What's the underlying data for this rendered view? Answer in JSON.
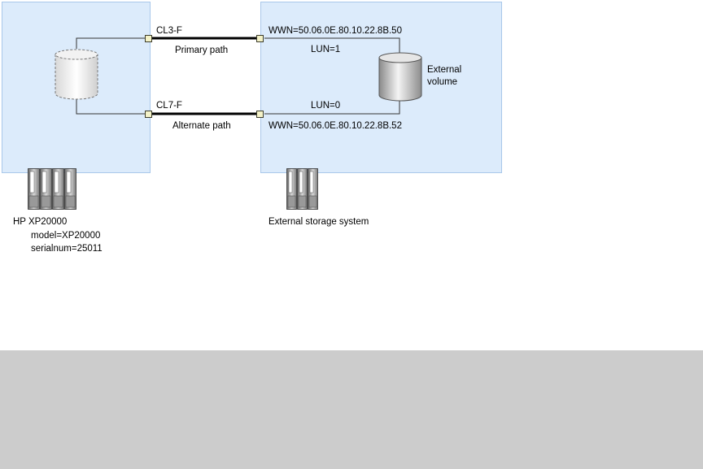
{
  "local_system": {
    "name": "HP XP20000",
    "model_line": "model=XP20000",
    "serial_line": "serialnum=25011"
  },
  "external_system": {
    "name": "External storage system",
    "volume_label_line1": "External",
    "volume_label_line2": "volume"
  },
  "paths": {
    "primary": {
      "port": "CL3-F",
      "label": "Primary path",
      "wwn": "WWN=50.06.0E.80.10.22.8B.50",
      "lun": "LUN=1"
    },
    "alternate": {
      "port": "CL7-F",
      "label": "Alternate path",
      "wwn": "WWN=50.06.0E.80.10.22.8B.52",
      "lun": "LUN=0"
    }
  },
  "colors": {
    "panel_fill": "#dcebfb",
    "panel_border": "#a9c8ea",
    "port_fill": "#f4f2c8",
    "footer_fill": "#cccccc"
  }
}
